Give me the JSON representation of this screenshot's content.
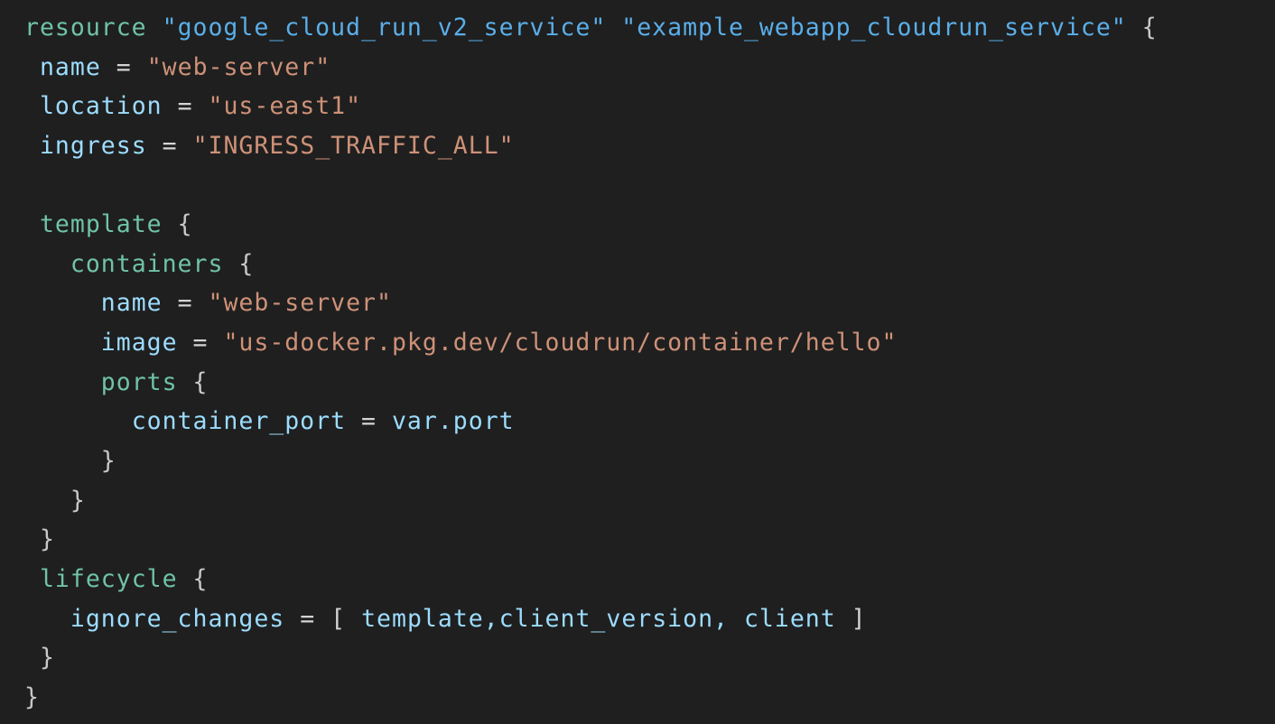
{
  "editor": {
    "background": "#1f1f1f",
    "colors": {
      "block_keyword": "#6fc3a6",
      "resource_label": "#5aaee8",
      "attribute": "#9cdcfe",
      "string": "#ce9178",
      "punctuation": "#d4d4d4"
    },
    "lines": [
      {
        "indent": "",
        "tokens": {
          "kw": "resource",
          "label1": "\"google_cloud_run_v2_service\"",
          "label2": "\"example_webapp_cloudrun_service\"",
          "brace": "{"
        }
      },
      {
        "indent": " ",
        "tokens": {
          "attr": "name",
          "eq": "=",
          "value": "\"web-server\""
        }
      },
      {
        "indent": " ",
        "tokens": {
          "attr": "location",
          "eq": "=",
          "value": "\"us-east1\""
        }
      },
      {
        "indent": " ",
        "tokens": {
          "attr": "ingress",
          "eq": "=",
          "value": "\"INGRESS_TRAFFIC_ALL\""
        }
      },
      {
        "indent": "",
        "tokens": {}
      },
      {
        "indent": " ",
        "tokens": {
          "kw": "template",
          "brace": "{"
        }
      },
      {
        "indent": "   ",
        "tokens": {
          "kw": "containers",
          "brace": "{"
        }
      },
      {
        "indent": "     ",
        "tokens": {
          "attr": "name",
          "eq": "=",
          "value": "\"web-server\""
        }
      },
      {
        "indent": "     ",
        "tokens": {
          "attr": "image",
          "eq": "=",
          "value": "\"us-docker.pkg.dev/cloudrun/container/hello\""
        }
      },
      {
        "indent": "     ",
        "tokens": {
          "kw": "ports",
          "brace": "{"
        }
      },
      {
        "indent": "       ",
        "tokens": {
          "attr": "container_port",
          "eq": "=",
          "value": "var.port"
        }
      },
      {
        "indent": "     ",
        "tokens": {
          "brace": "}"
        }
      },
      {
        "indent": "   ",
        "tokens": {
          "brace": "}"
        }
      },
      {
        "indent": " ",
        "tokens": {
          "brace": "}"
        }
      },
      {
        "indent": " ",
        "tokens": {
          "kw": "lifecycle",
          "brace": "{"
        }
      },
      {
        "indent": "   ",
        "tokens": {
          "attr": "ignore_changes",
          "eq": "=",
          "open": "[",
          "items": "template,client_version, client",
          "close": "]"
        }
      },
      {
        "indent": " ",
        "tokens": {
          "brace": "}"
        }
      },
      {
        "indent": "",
        "tokens": {
          "brace": "}"
        }
      }
    ]
  }
}
